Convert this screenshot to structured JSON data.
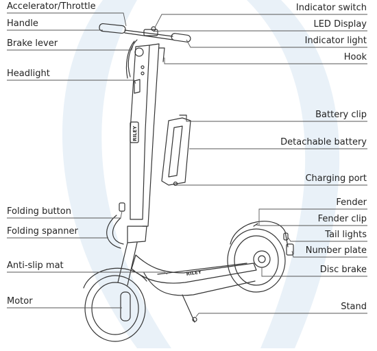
{
  "diagram": {
    "left_labels": [
      "Accelerator/Throttle",
      "Handle",
      "Brake lever",
      "Headlight",
      "Folding button",
      "Folding spanner",
      "Anti-slip mat",
      "Motor"
    ],
    "right_labels": [
      "Indicator switch",
      "LED Display",
      "Indicator light",
      "Hook",
      "Battery clip",
      "Detachable battery",
      "Charging port",
      "Fender",
      "Fender clip",
      "Tail lights",
      "Number plate",
      "Disc brake",
      "Stand"
    ],
    "deck_text": "RILEY",
    "stem_text": "RILEY"
  },
  "colors": {
    "line": "#555555",
    "outline": "#333333",
    "background_swoosh": "#e9f1f8",
    "text": "#222222"
  }
}
